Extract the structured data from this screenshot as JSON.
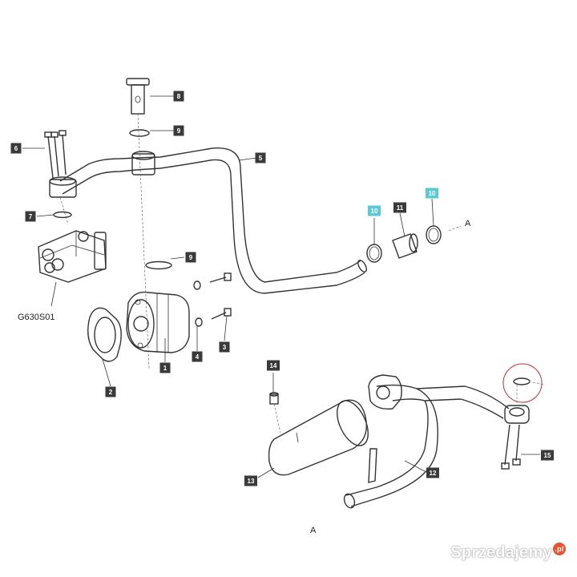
{
  "diagram": {
    "callouts": [
      {
        "id": "c1",
        "text": "1",
        "highlight": false
      },
      {
        "id": "c2",
        "text": "2",
        "highlight": false
      },
      {
        "id": "c3",
        "text": "3",
        "highlight": false
      },
      {
        "id": "c4",
        "text": "4",
        "highlight": false
      },
      {
        "id": "c5",
        "text": "5",
        "highlight": false
      },
      {
        "id": "c6",
        "text": "6",
        "highlight": false
      },
      {
        "id": "c7",
        "text": "7",
        "highlight": false
      },
      {
        "id": "c8",
        "text": "8",
        "highlight": false
      },
      {
        "id": "c9a",
        "text": "9",
        "highlight": false
      },
      {
        "id": "c9b",
        "text": "9",
        "highlight": false
      },
      {
        "id": "c10a",
        "text": "10",
        "highlight": true
      },
      {
        "id": "c10b",
        "text": "10",
        "highlight": true
      },
      {
        "id": "c11",
        "text": "11",
        "highlight": false
      },
      {
        "id": "c12",
        "text": "12",
        "highlight": false
      },
      {
        "id": "c13",
        "text": "13",
        "highlight": false
      },
      {
        "id": "c14",
        "text": "14",
        "highlight": false
      },
      {
        "id": "c15",
        "text": "15",
        "highlight": false
      }
    ],
    "part_code": "G630S01",
    "ref_top": "A",
    "ref_bottom": "A",
    "colors": {
      "callout_dark": "#3a3a3a",
      "callout_highlight": "#5bc8d6",
      "line": "#333333",
      "circle": "#c03030"
    }
  },
  "watermark": {
    "text": "Sprzedajemy",
    "badge": ".pl"
  }
}
